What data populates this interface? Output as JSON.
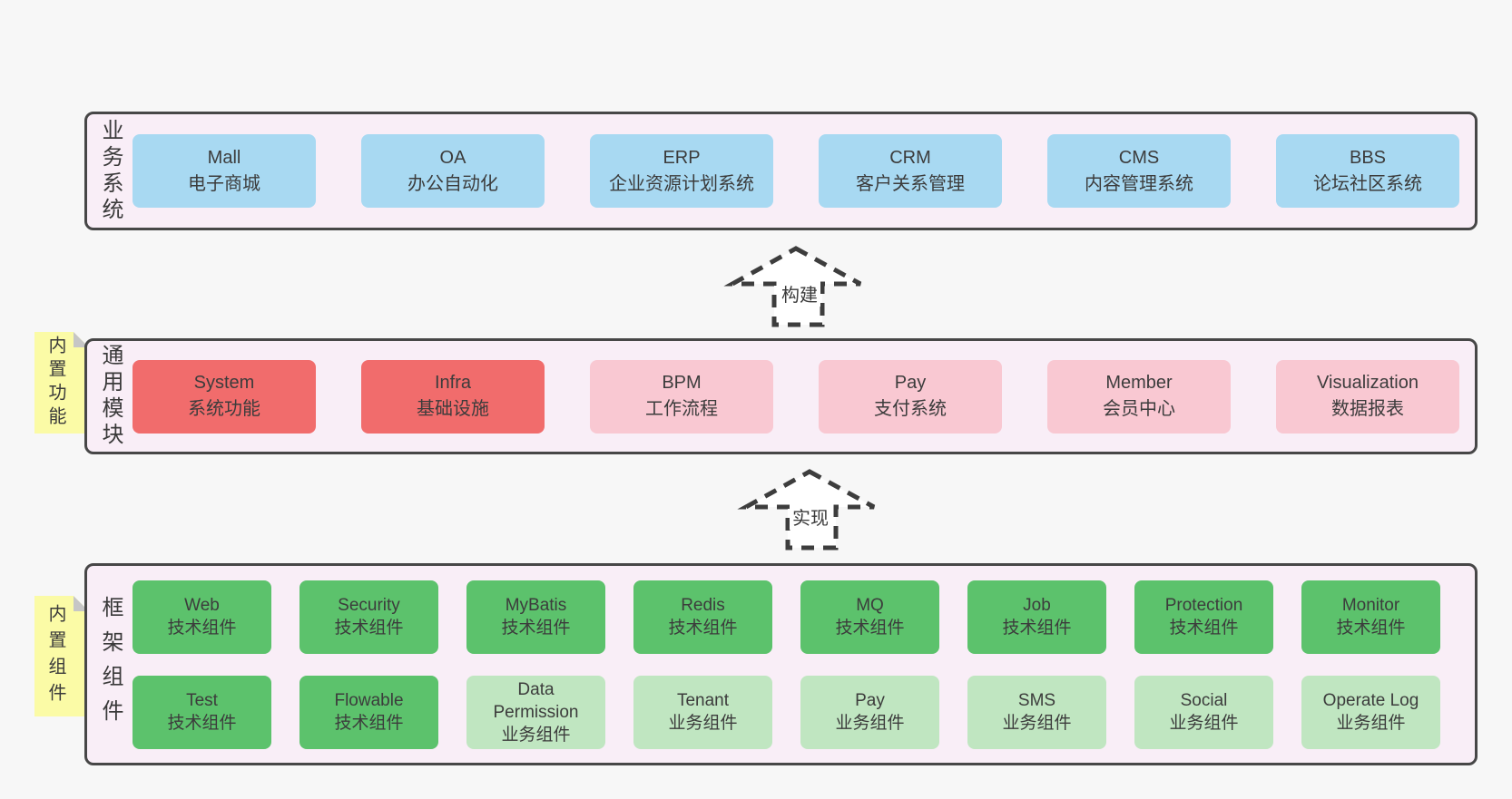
{
  "colors": {
    "page_bg": "#f7f7f7",
    "container_bg": "#f9eef7",
    "container_border": "#474747",
    "box_blue": "#a8d9f2",
    "box_red": "#f16c6c",
    "box_pink": "#f9c8d2",
    "box_green_dark": "#5cc26c",
    "box_green_light": "#c0e6c1",
    "note_yellow": "#fbfba6",
    "note_fold_gray": "#c6c6c6",
    "text": "#3d3d3d"
  },
  "arrows": {
    "build": "构建",
    "implement": "实现"
  },
  "sections": {
    "business": {
      "label": "业务系统",
      "boxes": [
        {
          "en": "Mall",
          "zh": "电子商城"
        },
        {
          "en": "OA",
          "zh": "办公自动化"
        },
        {
          "en": "ERP",
          "zh": "企业资源计划系统"
        },
        {
          "en": "CRM",
          "zh": "客户关系管理"
        },
        {
          "en": "CMS",
          "zh": "内容管理系统"
        },
        {
          "en": "BBS",
          "zh": "论坛社区系统"
        }
      ]
    },
    "modules": {
      "label": "通用模块",
      "note": "内置功能",
      "boxes": [
        {
          "en": "System",
          "zh": "系统功能"
        },
        {
          "en": "Infra",
          "zh": "基础设施"
        },
        {
          "en": "BPM",
          "zh": "工作流程"
        },
        {
          "en": "Pay",
          "zh": "支付系统"
        },
        {
          "en": "Member",
          "zh": "会员中心"
        },
        {
          "en": "Visualization",
          "zh": "数据报表"
        }
      ]
    },
    "components": {
      "label": "框架组件",
      "note": "内置组件",
      "boxes": [
        {
          "en": "Web",
          "zh": "技术组件"
        },
        {
          "en": "Security",
          "zh": "技术组件"
        },
        {
          "en": "MyBatis",
          "zh": "技术组件"
        },
        {
          "en": "Redis",
          "zh": "技术组件"
        },
        {
          "en": "MQ",
          "zh": "技术组件"
        },
        {
          "en": "Job",
          "zh": "技术组件"
        },
        {
          "en": "Protection",
          "zh": "技术组件"
        },
        {
          "en": "Monitor",
          "zh": "技术组件"
        },
        {
          "en": "Test",
          "zh": "技术组件"
        },
        {
          "en": "Flowable",
          "zh": "技术组件"
        },
        {
          "en": "Data Permission",
          "zh": "业务组件"
        },
        {
          "en": "Tenant",
          "zh": "业务组件"
        },
        {
          "en": "Pay",
          "zh": "业务组件"
        },
        {
          "en": "SMS",
          "zh": "业务组件"
        },
        {
          "en": "Social",
          "zh": "业务组件"
        },
        {
          "en": "Operate Log",
          "zh": "业务组件"
        }
      ]
    }
  }
}
